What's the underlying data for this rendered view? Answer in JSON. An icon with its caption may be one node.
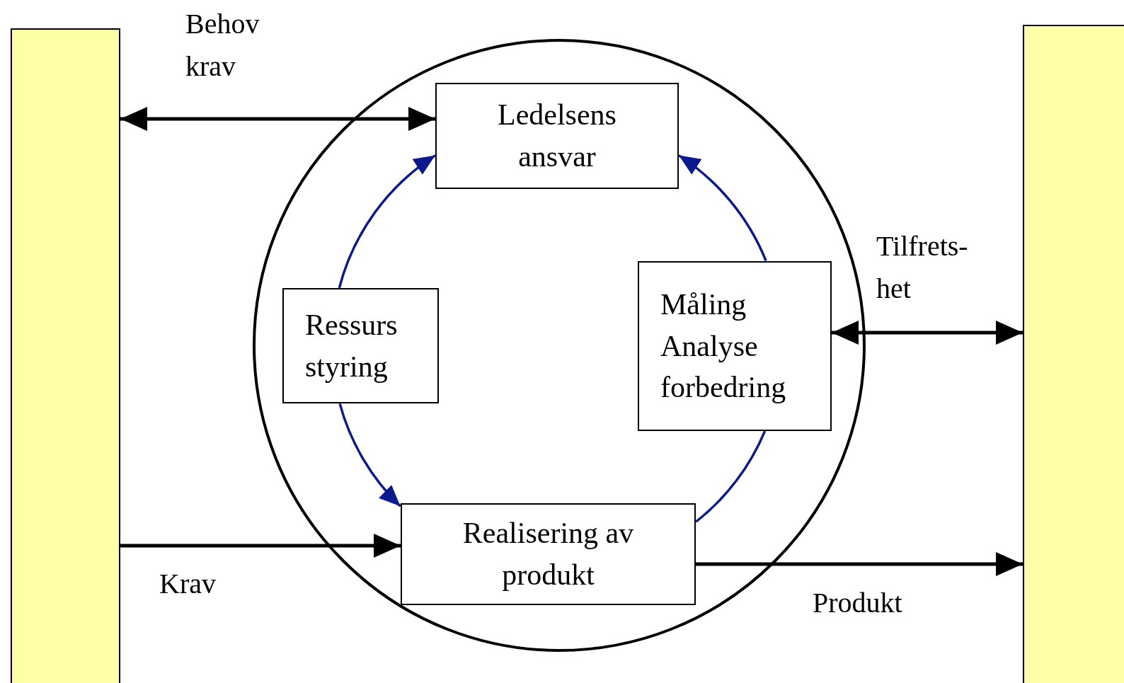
{
  "diagram": {
    "nodes": [
      {
        "text": [],
        "shape": "bar"
      },
      {
        "text": [],
        "shape": "bar"
      },
      {
        "text": [],
        "shape": "circle"
      },
      {
        "text": [
          "Ledelsens ansvar"
        ],
        "in": 2
      },
      {
        "text": [
          "Ressurs styring"
        ],
        "in": 2
      },
      {
        "text": [
          "Måling Analyse forbedring"
        ],
        "in": 2
      },
      {
        "text": [
          "Realisering av produkt"
        ],
        "in": 2
      }
    ],
    "edges": [
      {
        "from": 0,
        "to": 3,
        "arrow": "both",
        "label": "Behov krav"
      },
      {
        "from": 4,
        "to": 3,
        "arrow": "to",
        "color": "#0a1a8c"
      },
      {
        "from": 5,
        "to": 1,
        "arrow": "both",
        "label": "Tilfrets- het"
      },
      {
        "from": 5,
        "to": 3,
        "arrow": "to",
        "color": "#0a1a8c"
      },
      {
        "from": 4,
        "to": 6,
        "arrow": "to",
        "color": "#0a1a8c"
      },
      {
        "from": 6,
        "to": 5,
        "arrow": "none",
        "color": "#0a1a8c"
      },
      {
        "from": 0,
        "to": 6,
        "arrow": "to",
        "label": "Krav"
      },
      {
        "from": 6,
        "to": 1,
        "arrow": "to",
        "label": "Produkt"
      }
    ]
  }
}
